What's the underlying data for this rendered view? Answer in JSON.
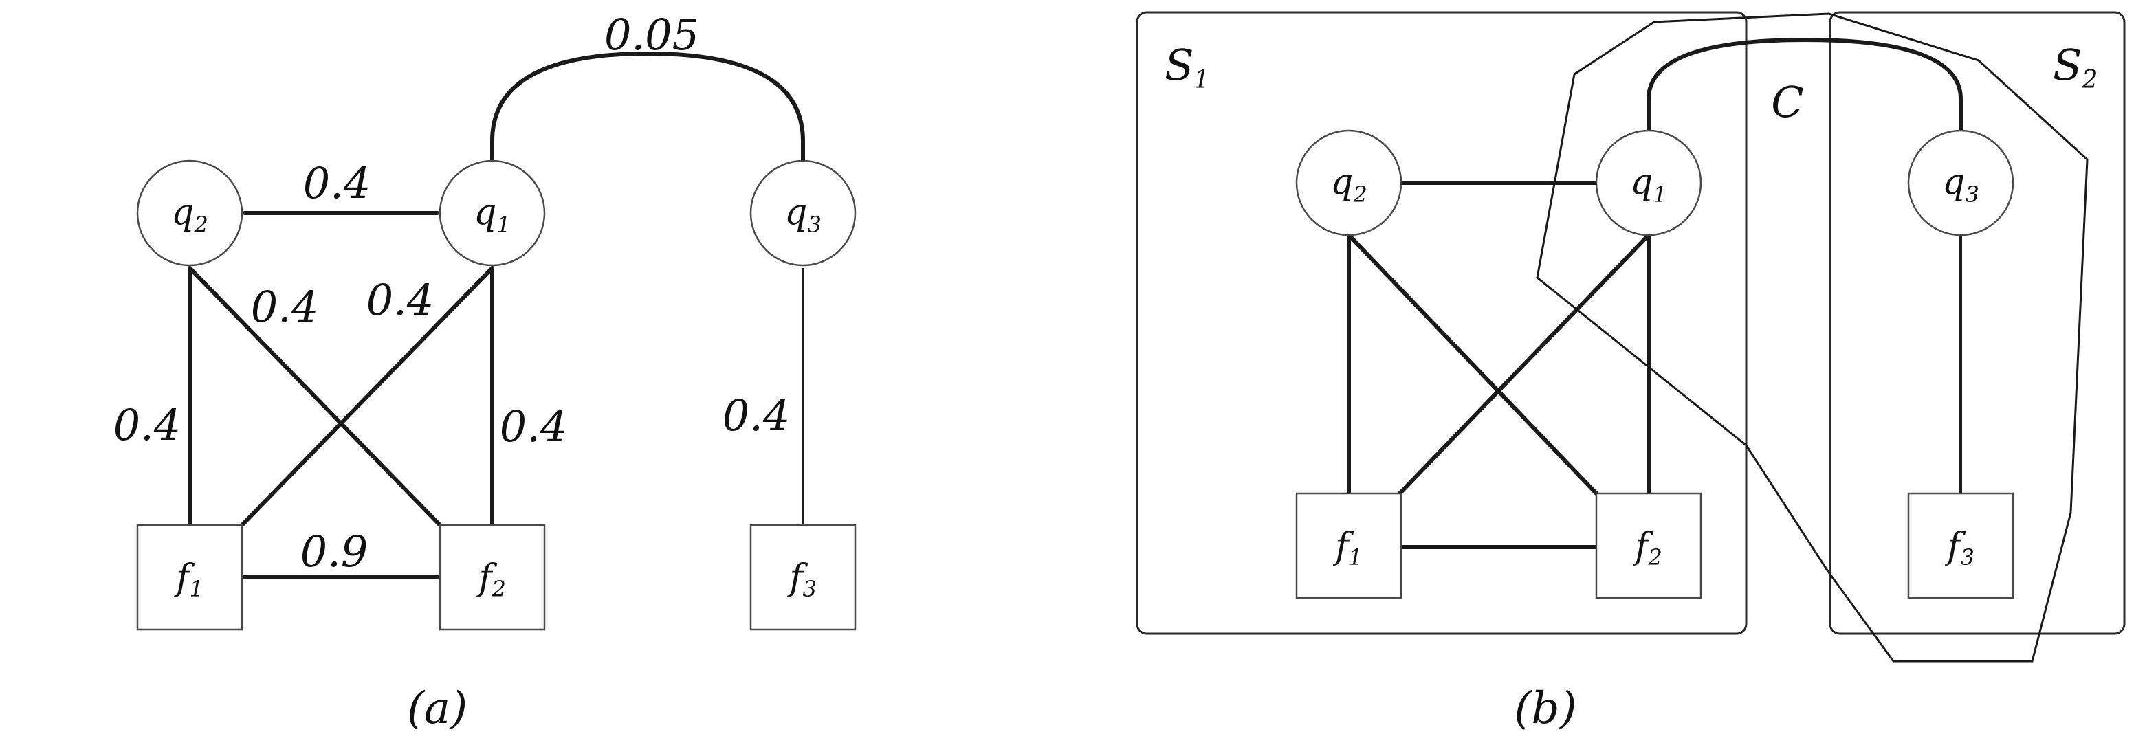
{
  "panel_a": {
    "caption": "(a)",
    "nodes": {
      "q1": {
        "base": "q",
        "sub": "1"
      },
      "q2": {
        "base": "q",
        "sub": "2"
      },
      "q3": {
        "base": "q",
        "sub": "3"
      },
      "f1": {
        "base": "f",
        "sub": "1"
      },
      "f2": {
        "base": "f",
        "sub": "2"
      },
      "f3": {
        "base": "f",
        "sub": "3"
      }
    },
    "edges": {
      "q1_q3": "0.05",
      "q2_q1": "0.4",
      "q2_f2": "0.4",
      "q1_f1": "0.4",
      "q2_f1": "0.4",
      "q1_f2": "0.4",
      "q3_f3": "0.4",
      "f1_f2": "0.9"
    }
  },
  "panel_b": {
    "caption": "(b)",
    "nodes": {
      "q1": {
        "base": "q",
        "sub": "1"
      },
      "q2": {
        "base": "q",
        "sub": "2"
      },
      "q3": {
        "base": "q",
        "sub": "3"
      },
      "f1": {
        "base": "f",
        "sub": "1"
      },
      "f2": {
        "base": "f",
        "sub": "2"
      },
      "f3": {
        "base": "f",
        "sub": "3"
      }
    },
    "sets": {
      "s1": {
        "base": "S",
        "sub": "1"
      },
      "s2": {
        "base": "S",
        "sub": "2"
      },
      "c": {
        "base": "C"
      }
    }
  }
}
